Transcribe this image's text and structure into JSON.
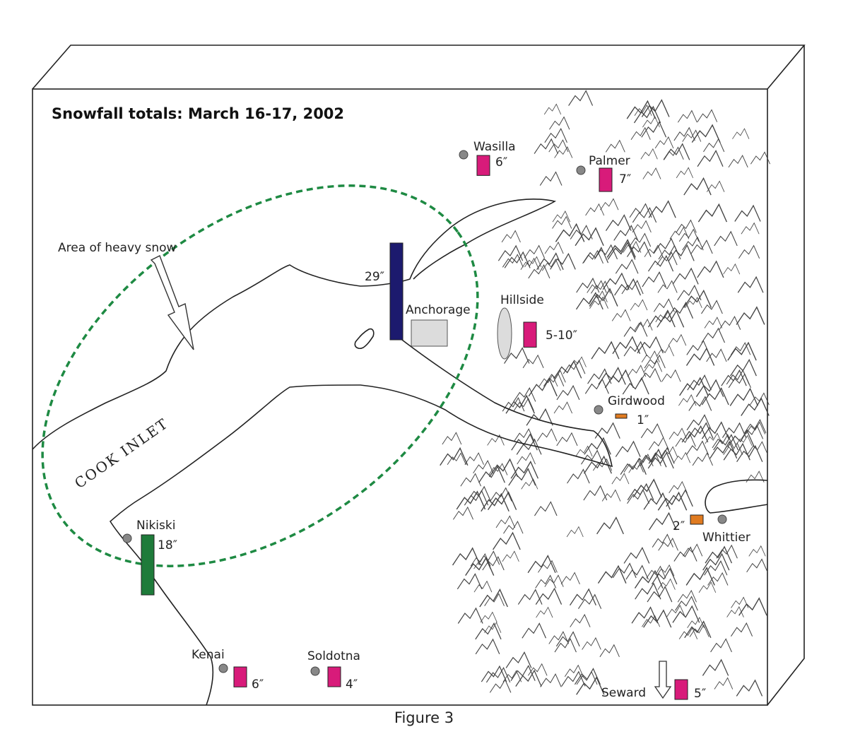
{
  "title": "Snowfall totals:  March 16-17, 2002",
  "caption": "Figure 3",
  "annotation": "Area of heavy snow",
  "water_label": "COOK  INLET",
  "colors": {
    "low": "#d81b7a",
    "trace": "#e07b20",
    "mid": "#1e7b3a",
    "high": "#1c1a6e",
    "heavy_area": "#1e8a43",
    "town_dot": "#888888",
    "anchorage_area": "#dcdcdc"
  },
  "stations": [
    {
      "id": "wasilla",
      "name": "Wasilla",
      "total": "6″",
      "inches": 6,
      "level": "low"
    },
    {
      "id": "palmer",
      "name": "Palmer",
      "total": "7″",
      "inches": 7,
      "level": "low"
    },
    {
      "id": "anchorage",
      "name": "Anchorage",
      "total": "29″",
      "inches": 29,
      "level": "high"
    },
    {
      "id": "hillside",
      "name": "Hillside",
      "total": "5-10″",
      "inches": 7.5,
      "level": "low"
    },
    {
      "id": "girdwood",
      "name": "Girdwood",
      "total": "1″",
      "inches": 1,
      "level": "trace"
    },
    {
      "id": "whittier",
      "name": "Whittier",
      "total": "2″",
      "inches": 2,
      "level": "trace"
    },
    {
      "id": "nikiski",
      "name": "Nikiski",
      "total": "18″",
      "inches": 18,
      "level": "mid"
    },
    {
      "id": "kenai",
      "name": "Kenai",
      "total": "6″",
      "inches": 6,
      "level": "low"
    },
    {
      "id": "soldotna",
      "name": "Soldotna",
      "total": "4″",
      "inches": 4,
      "level": "low"
    },
    {
      "id": "seward",
      "name": "Seward",
      "total": "5″",
      "inches": 5,
      "level": "low"
    }
  ]
}
